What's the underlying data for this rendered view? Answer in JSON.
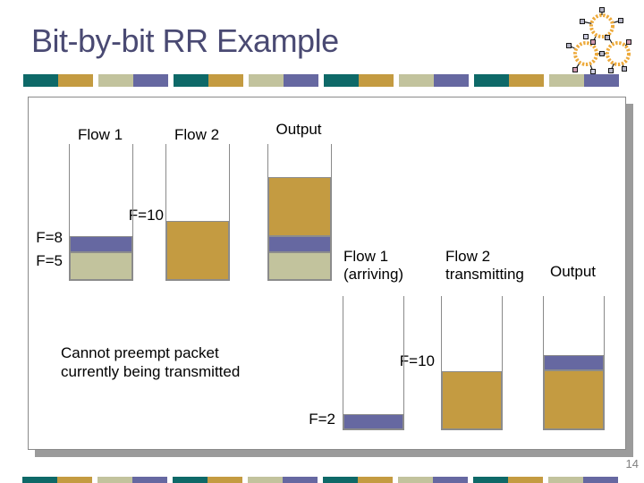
{
  "title": "Bit-by-bit RR Example",
  "page_number": "14",
  "colors": {
    "title_text": "#4a4a73",
    "teal": "#0e6968",
    "gold": "#c49b41",
    "beige": "#c2c39d",
    "purple": "#6668a1",
    "box_border": "#8a8a8a",
    "box_shadow": "#9b9b9b",
    "icon_ring": "#edaa3c"
  },
  "decoration": {
    "band_pattern": [
      "teal",
      "gold",
      "beige",
      "purple"
    ],
    "band_repeats": 4
  },
  "left_diagram": {
    "flow1_label": "Flow 1",
    "flow2_label": "Flow 2",
    "output_label": "Output",
    "f10_label": "F=10",
    "f8_label": "F=8",
    "f5_label": "F=5",
    "queues": [
      {
        "name": "Flow 1",
        "packets_bottom_to_top": [
          {
            "color": "#c2c39d",
            "finish_tag": "F=5"
          },
          {
            "color": "#6668a1",
            "finish_tag": "F=8"
          }
        ]
      },
      {
        "name": "Flow 2",
        "packets_bottom_to_top": [
          {
            "color": "#c49b41",
            "finish_tag": "F=10"
          }
        ]
      },
      {
        "name": "Output",
        "packets_bottom_to_top": [
          {
            "color": "#c2c39d"
          },
          {
            "color": "#6668a1"
          },
          {
            "color": "#c49b41"
          }
        ]
      }
    ]
  },
  "right_diagram": {
    "flow1_label_line1": "Flow 1",
    "flow1_label_line2": "(arriving)",
    "flow2_label_line1": "Flow 2",
    "flow2_label_line2": "transmitting",
    "output_label": "Output",
    "f10_label": "F=10",
    "f2_label": "F=2",
    "queues": [
      {
        "name": "Flow 1 (arriving)",
        "packets_bottom_to_top": [
          {
            "color": "#6668a1",
            "finish_tag": "F=2"
          }
        ]
      },
      {
        "name": "Flow 2 transmitting",
        "packets_bottom_to_top": [
          {
            "color": "#c49b41",
            "finish_tag": "F=10"
          }
        ]
      },
      {
        "name": "Output",
        "packets_bottom_to_top": [
          {
            "color": "#c49b41"
          },
          {
            "color": "#6668a1"
          }
        ]
      }
    ]
  },
  "note": {
    "line1": "Cannot preempt packet",
    "line2": "currently being transmitted"
  }
}
